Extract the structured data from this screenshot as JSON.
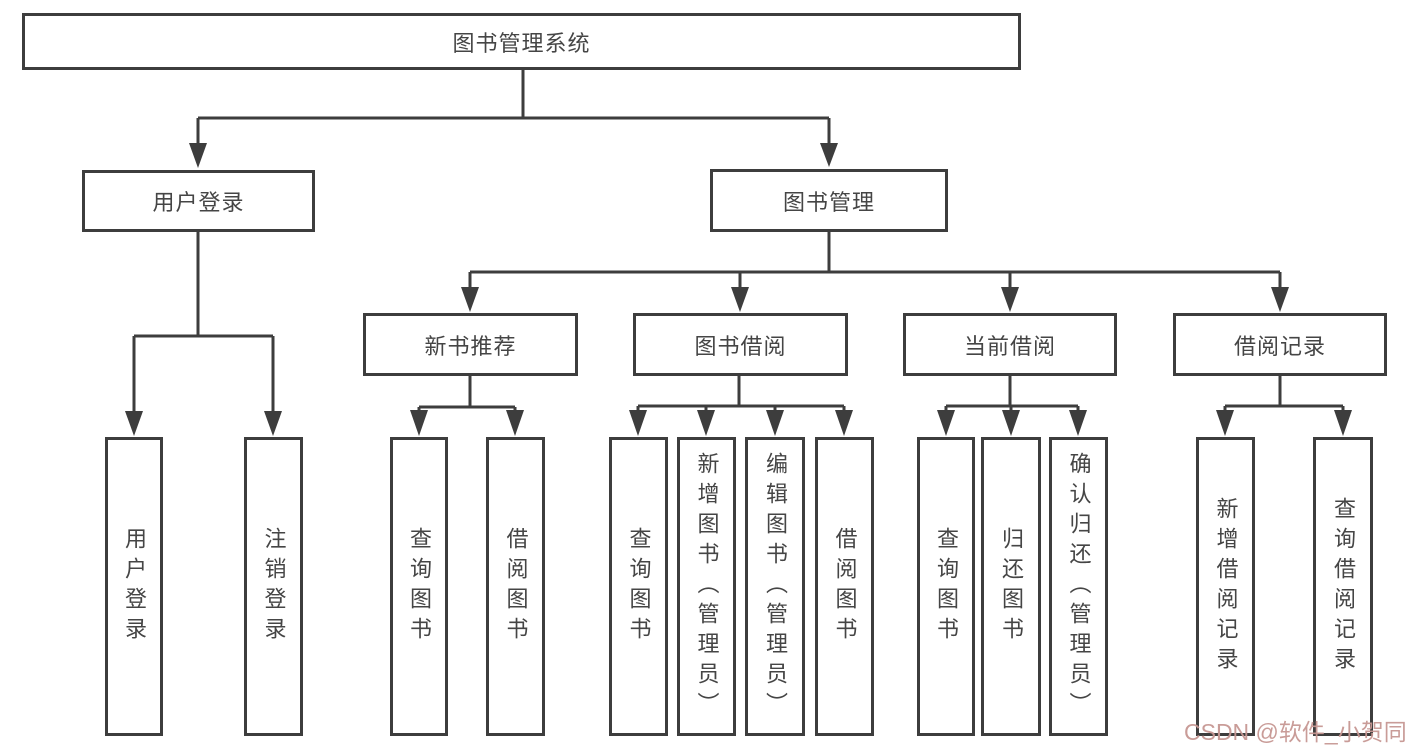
{
  "colors": {
    "background": "#ffffff",
    "box_border": "#3d3d3d",
    "connector": "#3d3d3d",
    "text": "#454545",
    "watermark": "#c79793"
  },
  "diagram": {
    "root": {
      "label": "图书管理系统"
    },
    "user_login": {
      "label": "用户登录",
      "children": [
        {
          "label": "用户登录"
        },
        {
          "label": "注销登录"
        }
      ]
    },
    "book_management": {
      "label": "图书管理",
      "sections": [
        {
          "label": "新书推荐",
          "children": [
            {
              "label": "查询图书"
            },
            {
              "label": "借阅图书"
            }
          ]
        },
        {
          "label": "图书借阅",
          "children": [
            {
              "label": "查询图书"
            },
            {
              "label": "新增图书（管理员）"
            },
            {
              "label": "编辑图书（管理员）"
            },
            {
              "label": "借阅图书"
            }
          ]
        },
        {
          "label": "当前借阅",
          "children": [
            {
              "label": "查询图书"
            },
            {
              "label": "归还图书"
            },
            {
              "label": "确认归还（管理员）"
            }
          ]
        },
        {
          "label": "借阅记录",
          "children": [
            {
              "label": "新增借阅记录"
            },
            {
              "label": "查询借阅记录"
            }
          ]
        }
      ]
    }
  },
  "watermark": {
    "text": "CSDN @软件_小贺同学"
  }
}
